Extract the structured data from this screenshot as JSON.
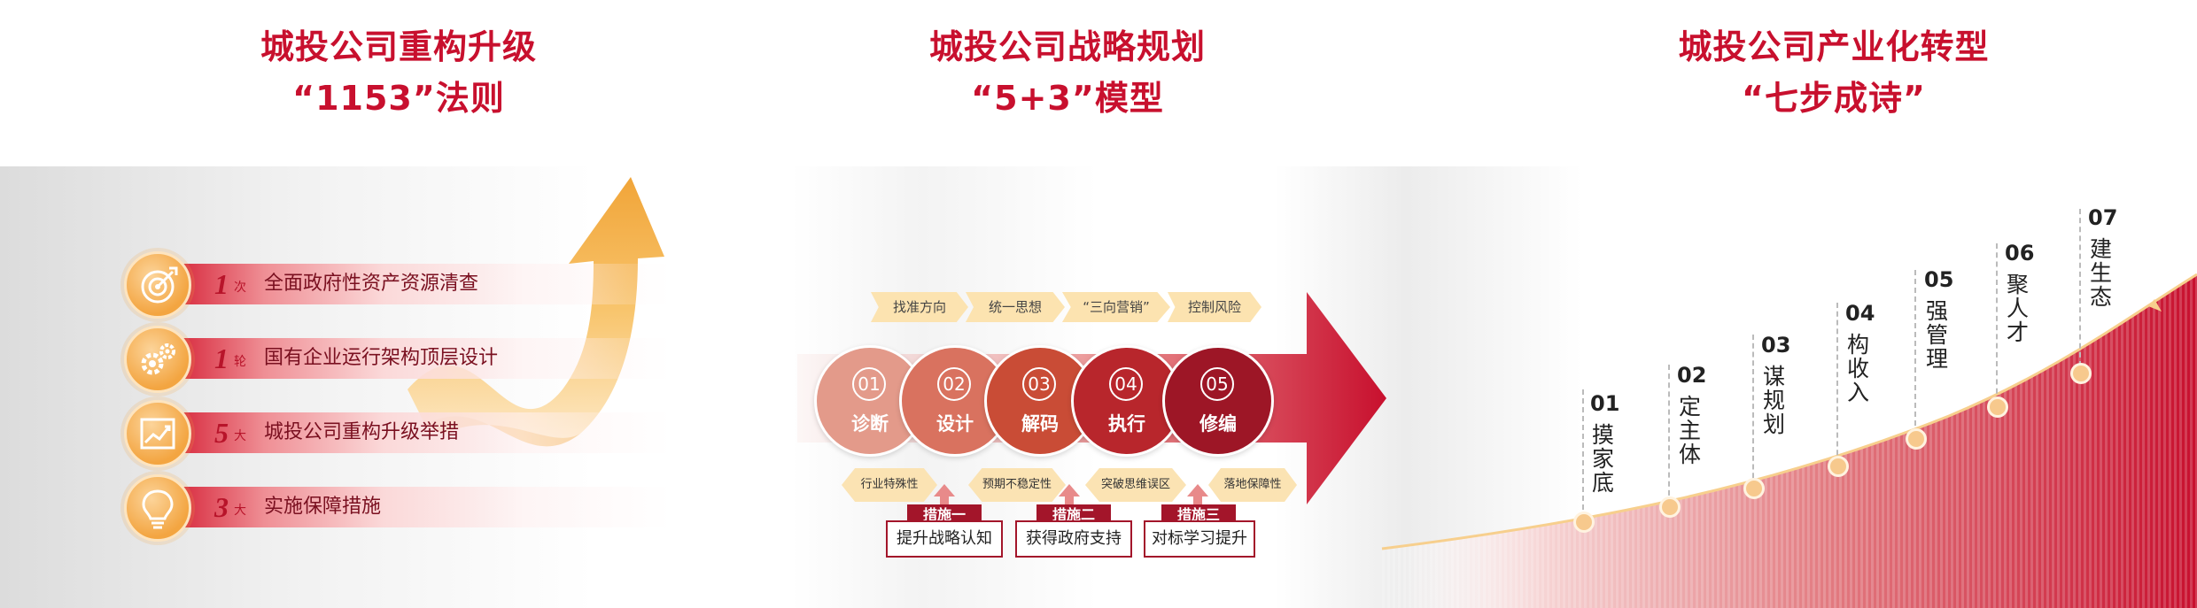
{
  "colors": {
    "brand_red": "#c8102e",
    "accent_orange": "#f3a541",
    "pale_yellow": "#fce3b0"
  },
  "section1": {
    "title_line1": "城投公司重构升级",
    "title_line2": "“1153”法则",
    "items": [
      {
        "num": "1",
        "unit": "次",
        "text": "全面政府性资产资源清查",
        "icon": "target-icon"
      },
      {
        "num": "1",
        "unit": "轮",
        "text": "国有企业运行架构顶层设计",
        "icon": "gears-icon"
      },
      {
        "num": "5",
        "unit": "大",
        "text": "城投公司重构升级举措",
        "icon": "growth-chart-icon"
      },
      {
        "num": "3",
        "unit": "大",
        "text": "实施保障措施",
        "icon": "lightbulb-icon"
      }
    ]
  },
  "section2": {
    "title_line1": "城投公司战略规划",
    "title_line2": "“5+3”模型",
    "top_tags": [
      "找准方向",
      "统一思想",
      "“三向营销”",
      "控制风险"
    ],
    "steps": [
      {
        "num": "01",
        "label": "诊断",
        "color": "#e39a8a"
      },
      {
        "num": "02",
        "label": "设计",
        "color": "#d9725f"
      },
      {
        "num": "03",
        "label": "解码",
        "color": "#c94c36"
      },
      {
        "num": "04",
        "label": "执行",
        "color": "#b8262c"
      },
      {
        "num": "05",
        "label": "修编",
        "color": "#9d1626"
      }
    ],
    "diamond_tags": [
      "行业特殊性",
      "预期不稳定性",
      "突破思维误区",
      "落地保障性"
    ],
    "measures": [
      {
        "tag": "措施一",
        "text": "提升战略认知"
      },
      {
        "tag": "措施二",
        "text": "获得政府支持"
      },
      {
        "tag": "措施三",
        "text": "对标学习提升"
      }
    ]
  },
  "section3": {
    "title_line1": "城投公司产业化转型",
    "title_line2": "“七步成诗”",
    "steps": [
      {
        "num": "01",
        "label": "摸家底"
      },
      {
        "num": "02",
        "label": "定主体"
      },
      {
        "num": "03",
        "label": "谋规划"
      },
      {
        "num": "04",
        "label": "构收入"
      },
      {
        "num": "05",
        "label": "强管理"
      },
      {
        "num": "06",
        "label": "聚人才"
      },
      {
        "num": "07",
        "label": "建生态"
      }
    ]
  }
}
